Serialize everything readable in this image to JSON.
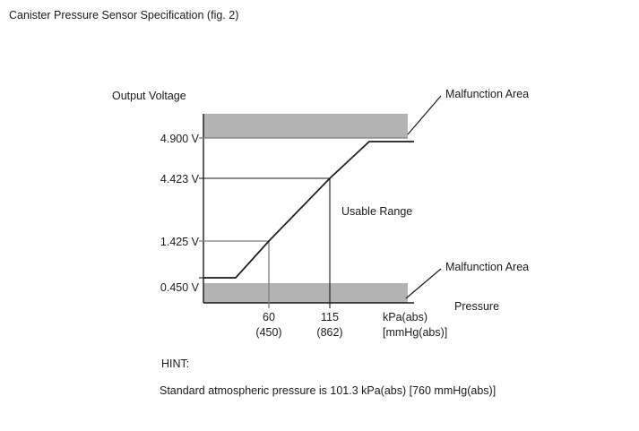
{
  "page": {
    "title": "Canister Pressure Sensor Specification (fig. 2)"
  },
  "chart_data": {
    "type": "line",
    "title": "Canister Pressure Sensor Specification (fig. 2)",
    "xlabel": "Pressure",
    "ylabel": "Output Voltage",
    "x_unit_primary": "kPa(abs)",
    "x_unit_secondary": "[mmHg(abs)]",
    "y_unit": "V",
    "grid": false,
    "legend": false,
    "x_ticks": [
      {
        "value": 60,
        "label": "60",
        "secondary": "(450)"
      },
      {
        "value": 115,
        "label": "115",
        "secondary": "(862)"
      }
    ],
    "y_ticks": [
      {
        "value": 4.9,
        "label": "4.900 V"
      },
      {
        "value": 4.423,
        "label": "4.423 V"
      },
      {
        "value": 1.425,
        "label": "1.425 V"
      },
      {
        "value": 0.45,
        "label": "0.450 V"
      }
    ],
    "series": [
      {
        "name": "Sensor output characteristic",
        "points": [
          {
            "x_label": "low-clamp-start",
            "voltage": 0.45
          },
          {
            "x_label": "low-clamp-end",
            "voltage": 0.45
          },
          {
            "x_label": "60",
            "voltage": 1.425
          },
          {
            "x_label": "115",
            "voltage": 4.423
          },
          {
            "x_label": "high-clamp-start",
            "voltage": 4.9
          },
          {
            "x_label": "high-clamp-end",
            "voltage": 4.9
          }
        ]
      }
    ],
    "regions": [
      {
        "name": "Malfunction Area (upper)",
        "label": "Malfunction Area",
        "above_voltage": 4.9,
        "color": "#b3b3b3"
      },
      {
        "name": "Usable Range",
        "label": "Usable Range",
        "from_voltage": 0.45,
        "to_voltage": 4.9
      },
      {
        "name": "Malfunction Area (lower)",
        "label": "Malfunction Area",
        "below_voltage": 0.45,
        "color": "#b3b3b3"
      }
    ],
    "annotations": [
      {
        "name": "malfunction-area-upper",
        "text": "Malfunction Area"
      },
      {
        "name": "usable-range",
        "text": "Usable Range"
      },
      {
        "name": "malfunction-area-lower",
        "text": "Malfunction Area"
      }
    ]
  },
  "hint": {
    "label": "HINT:",
    "text": "Standard atmospheric pressure is 101.3 kPa(abs) [760 mmHg(abs)]"
  },
  "colors": {
    "band": "#b3b3b3",
    "line": "#1a1a1a",
    "guide_gray": "#7d7d7d",
    "text": "#1a1a1a",
    "background": "#ffffff"
  }
}
